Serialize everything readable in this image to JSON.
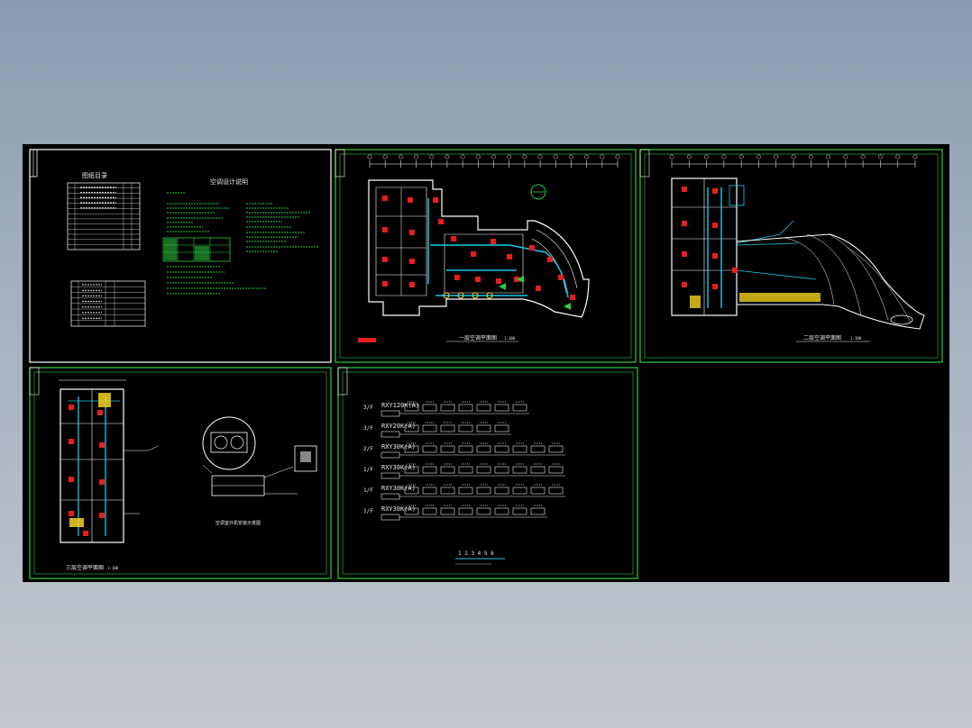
{
  "colors": {
    "background": "#000000",
    "frame": "#2ecc40",
    "red": "#e81e1e",
    "cyan": "#19c8e6",
    "yellow": "#f2d21b",
    "white": "#e8e8e8"
  },
  "sheet1": {
    "drawing_list_title": "图纸目录",
    "notes_title": "空调设计说明"
  },
  "sheet2": {
    "plan_title": "一层空调平面图",
    "scale": "1:100"
  },
  "sheet3": {
    "plan_title": "二层空调平面图",
    "scale": "1:100"
  },
  "sheet4": {
    "plan_title": "三层空调平面图",
    "scale": "1:100",
    "detail_title": "空调室外机安装示意图"
  },
  "sheet5": {
    "systems": [
      {
        "floor": "3/F",
        "model": "RXY120K(A)",
        "units": 7
      },
      {
        "floor": "3/F",
        "model": "RXY20K(A)",
        "units": 6
      },
      {
        "floor": "2/F",
        "model": "RXY30K(A)",
        "units": 9
      },
      {
        "floor": "1/F",
        "model": "RXY30K(A)",
        "units": 9
      },
      {
        "floor": "1/F",
        "model": "RXY30K(A)",
        "units": 9
      },
      {
        "floor": "1/F",
        "model": "RXY30K(A)",
        "units": 8
      }
    ],
    "legend": "1 2 3 4 5 6"
  }
}
